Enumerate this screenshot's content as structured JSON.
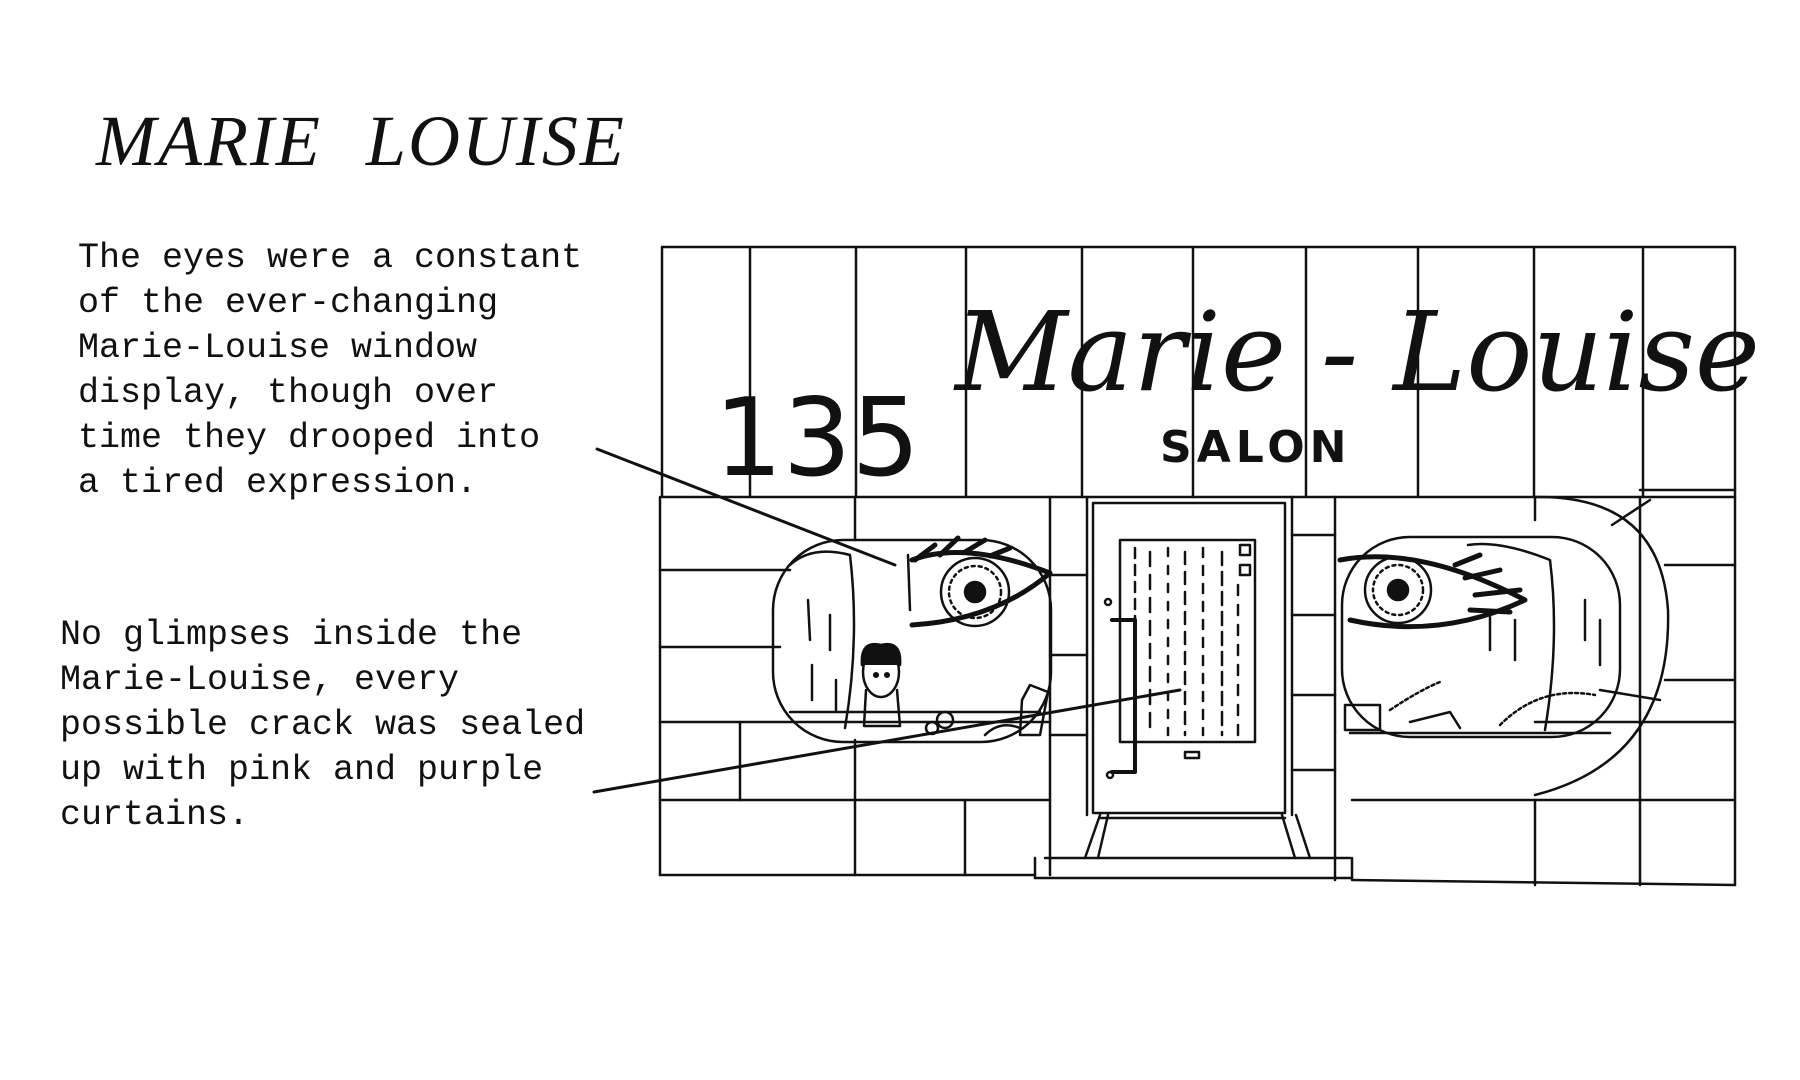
{
  "title": "MARIE LOUISE",
  "captions": {
    "eyes": [
      "The eyes were a constant",
      "of the ever-changing",
      "Marie-Louise window",
      "display, though over",
      "time they drooped into",
      "a tired expression."
    ],
    "curtains": [
      "No glimpses inside the",
      "Marie-Louise, every",
      "possible crack was sealed",
      "up with pink and purple",
      "curtains."
    ]
  },
  "sign": {
    "number": "135",
    "name": "Marie - Louise",
    "subtitle": "SALON"
  },
  "icons": [
    "eye-icon",
    "mannequin-head-icon",
    "door-handle-icon"
  ],
  "colors": {
    "ink": "#111111",
    "paper": "#ffffff"
  }
}
